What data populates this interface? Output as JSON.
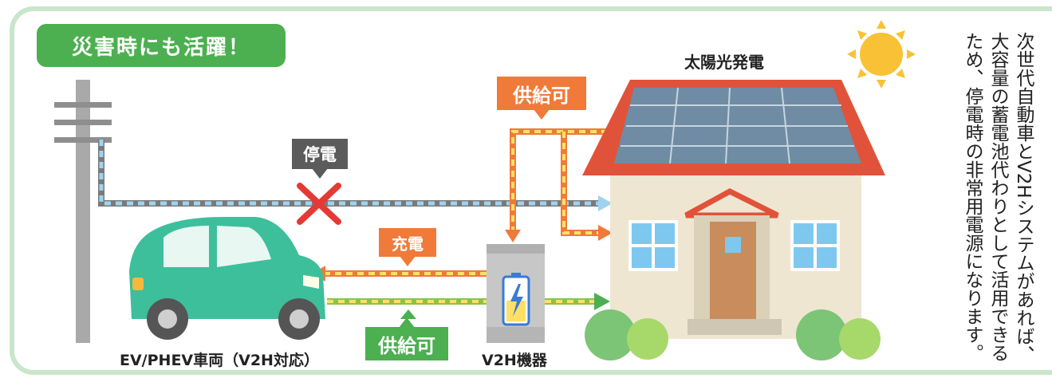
{
  "title": "災害時にも活躍！",
  "labels": {
    "solar": "太陽光発電",
    "ev": "EV/PHEV車両（V2H対応）",
    "v2h": "V2H機器"
  },
  "tags": {
    "supply_top": "供給可",
    "outage": "停電",
    "charge": "充電",
    "supply_bottom": "供給可"
  },
  "description": "次世代自動車とV2Hシステムがあれば、大容量の蓄電池代わりとして活用できるため、停電時の非常用電源になります。",
  "colors": {
    "badge_green": "#4caf50",
    "frame_green": "#c8e6c9",
    "orange": "#f07a3a",
    "gray_tag": "#5b5b5b",
    "roof_red": "#e0533a",
    "car_teal": "#3dbf9c",
    "cross_red": "#e53935"
  },
  "icons": [
    "sun-icon",
    "utility-pole",
    "house",
    "solar-panel",
    "ev-car",
    "v2h-device",
    "battery-icon",
    "cross-icon"
  ]
}
